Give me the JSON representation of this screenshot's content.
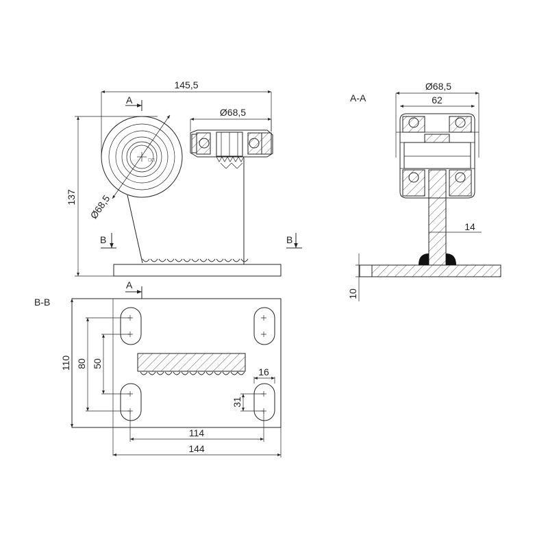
{
  "front_view": {
    "dim_width": "145,5",
    "dim_height": "137",
    "dim_wheel_diameter_top": "Ø68,5",
    "dim_wheel_diameter_diag": "Ø68,5",
    "section_mark_a": "A",
    "section_mark_b_left": "B",
    "section_mark_b_right": "B"
  },
  "section_aa": {
    "title": "A-A",
    "dim_outer_diameter": "Ø68,5",
    "dim_inner": "62",
    "dim_stem": "14",
    "dim_plate_thickness": "10"
  },
  "section_bb": {
    "title": "B-B",
    "section_mark_a": "A",
    "dim_height": "110",
    "dim_slot_outer": "80",
    "dim_slot_inner": "50",
    "dim_slot_width": "16",
    "dim_slot_length": "31",
    "dim_hole_spacing": "114",
    "dim_width": "144"
  }
}
